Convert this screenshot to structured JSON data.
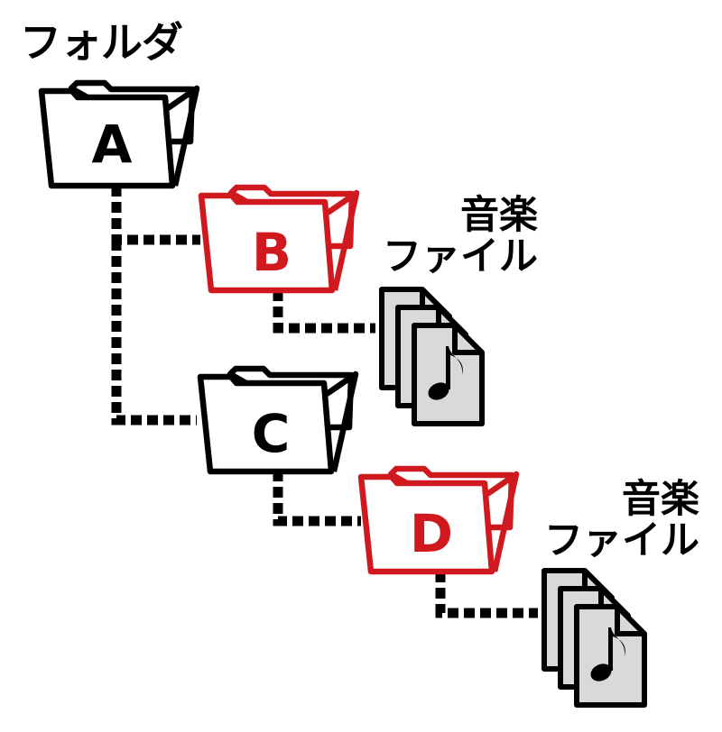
{
  "diagram": {
    "title": "フォルダ",
    "colors": {
      "normal": "#000000",
      "highlight": "#d0191f",
      "file_fill": "#d9d9d9",
      "background": "#ffffff"
    },
    "folders": [
      {
        "id": "A",
        "label": "A",
        "highlight": false
      },
      {
        "id": "B",
        "label": "B",
        "highlight": true
      },
      {
        "id": "C",
        "label": "C",
        "highlight": false
      },
      {
        "id": "D",
        "label": "D",
        "highlight": true
      }
    ],
    "music_groups": [
      {
        "parent": "B",
        "line1": "音楽",
        "line2": "ファイル",
        "icon": "music-note-icon"
      },
      {
        "parent": "D",
        "line1": "音楽",
        "line2": "ファイル",
        "icon": "music-note-icon"
      }
    ]
  }
}
